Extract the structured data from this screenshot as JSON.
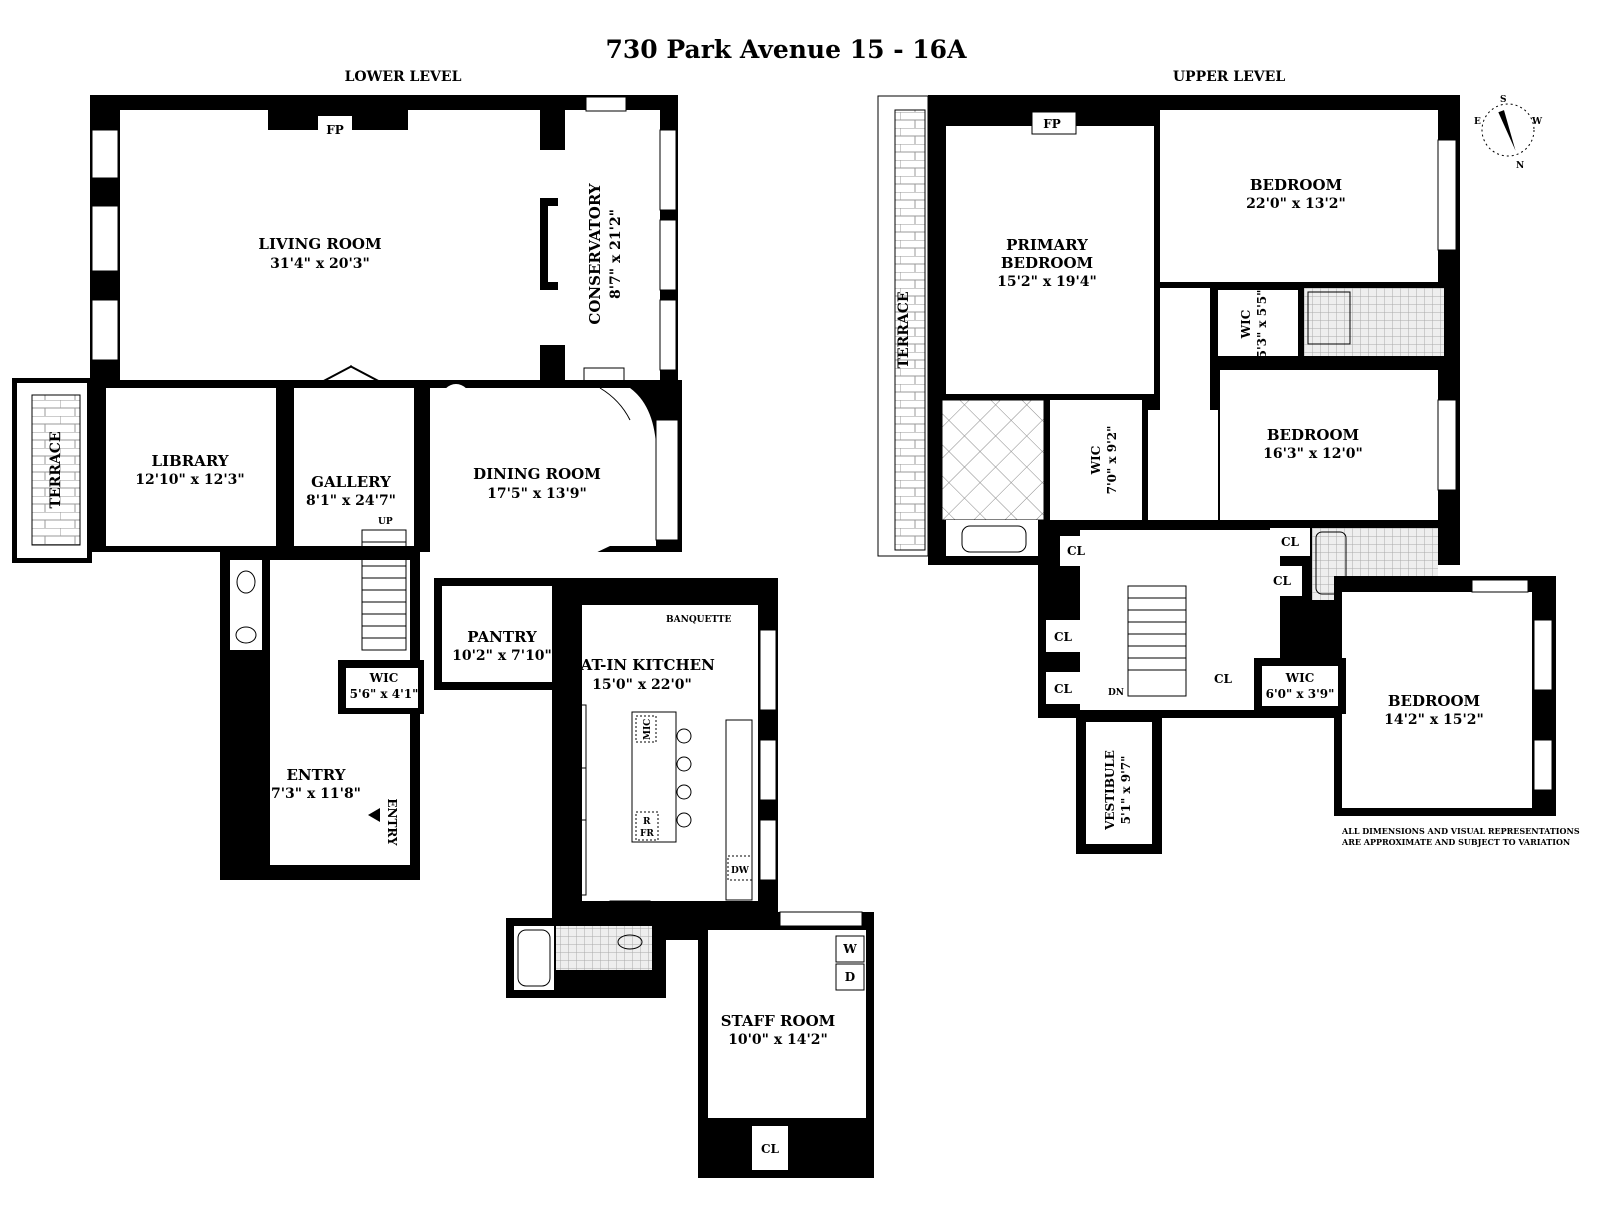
{
  "title": "730 Park Avenue 15 - 16A",
  "levels": {
    "lower": "LOWER LEVEL",
    "upper": "UPPER LEVEL"
  },
  "rooms": {
    "living_room": {
      "name": "LIVING ROOM",
      "dim": "31'4\" x 20'3\""
    },
    "conservatory": {
      "name": "CONSERVATORY",
      "dim": "8'7\" x 21'2\""
    },
    "library": {
      "name": "LIBRARY",
      "dim": "12'10\" x 12'3\""
    },
    "gallery": {
      "name": "GALLERY",
      "dim": "8'1\" x 24'7\""
    },
    "dining_room": {
      "name": "DINING ROOM",
      "dim": "17'5\" x 13'9\""
    },
    "pantry": {
      "name": "PANTRY",
      "dim": "10'2\" x 7'10\""
    },
    "kitchen": {
      "name": "EAT-IN KITCHEN",
      "dim": "15'0\" x 22'0\""
    },
    "wic_lower": {
      "name": "WIC",
      "dim": "5'6\" x 4'1\""
    },
    "entry": {
      "name": "ENTRY",
      "dim": "7'3\" x 11'8\""
    },
    "staff_room": {
      "name": "STAFF ROOM",
      "dim": "10'0\" x 14'2\""
    },
    "primary_bedroom": {
      "name1": "PRIMARY",
      "name2": "BEDROOM",
      "dim": "15'2\" x 19'4\""
    },
    "bedroom_1": {
      "name": "BEDROOM",
      "dim": "22'0\" x 13'2\""
    },
    "wic_upper_small": {
      "name": "WIC",
      "dim": "5'3\" x 5'5\""
    },
    "wic_upper_primary": {
      "name": "WIC",
      "dim": "7'0\" x 9'2\""
    },
    "bedroom_2": {
      "name": "BEDROOM",
      "dim": "16'3\" x 12'0\""
    },
    "bedroom_3": {
      "name": "BEDROOM",
      "dim": "14'2\" x 15'2\""
    },
    "wic_upper_b3": {
      "name": "WIC",
      "dim": "6'0\" x 3'9\""
    },
    "vestibule": {
      "name": "VESTIBULE",
      "dim": "5'1\" x 9'7\""
    }
  },
  "labels": {
    "terrace": "TERRACE",
    "fp": "FP",
    "up": "UP",
    "dn": "DN",
    "entry_arrow": "ENTRY",
    "banquette": "BANQUETTE",
    "mic": "MIC",
    "r": "R",
    "fr": "FR",
    "dw": "DW",
    "w": "W",
    "d": "D",
    "cl": "CL"
  },
  "compass": {
    "n": "N",
    "s": "S",
    "e": "E",
    "w": "W"
  },
  "disclaimer": {
    "line1": "ALL DIMENSIONS AND VISUAL REPRESENTATIONS",
    "line2": "ARE APPROXIMATE AND SUBJECT TO VARIATION"
  }
}
